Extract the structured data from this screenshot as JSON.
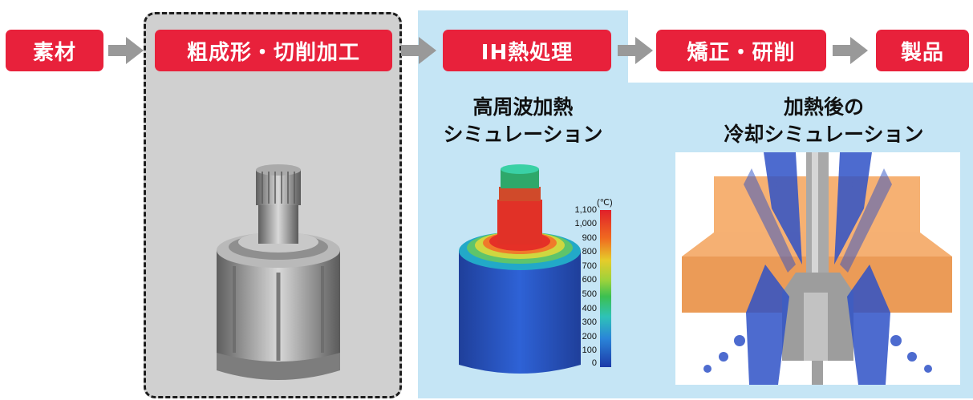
{
  "process_steps": [
    {
      "label": "素材"
    },
    {
      "label": "粗成形・切削加工"
    },
    {
      "label": "IH熱処理"
    },
    {
      "label": "矯正・研削"
    },
    {
      "label": "製品"
    }
  ],
  "simulations": {
    "heating_title": "高周波加熱\nシミュレーション",
    "cooling_title": "加熱後の\n冷却シミュレーション"
  },
  "temperature_scale": {
    "unit": "(℃)",
    "labels": [
      "1,100",
      "1,000",
      "900",
      "800",
      "700",
      "600",
      "500",
      "400",
      "300",
      "200",
      "100",
      "0"
    ]
  },
  "colors": {
    "step_red": "#e8213b",
    "arrow_gray": "#999999",
    "panel_blue": "#c5e5f5",
    "panel_gray": "#d0d0d0"
  }
}
